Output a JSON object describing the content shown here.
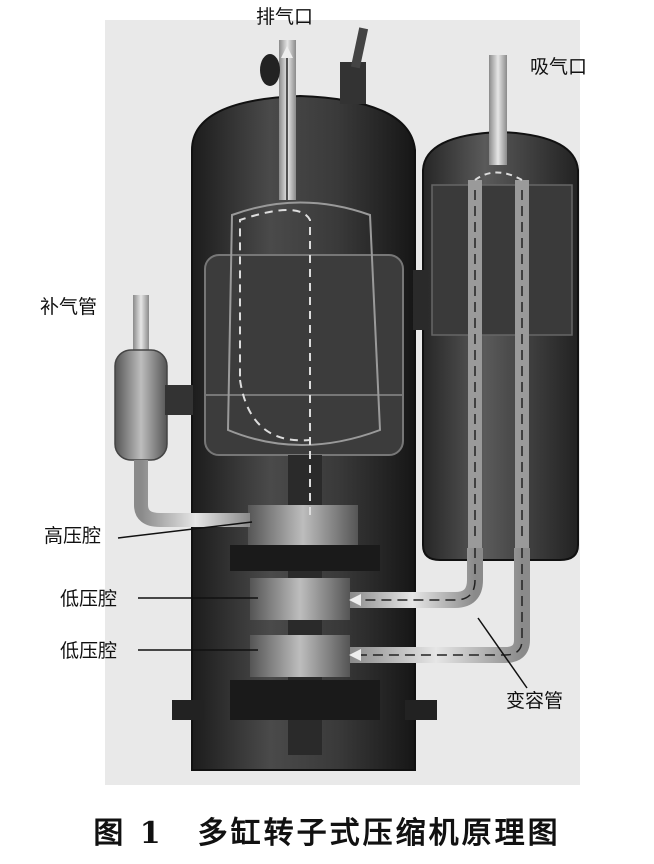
{
  "labels": {
    "discharge_port": "排气口",
    "suction_port": "吸气口",
    "injection_pipe": "补气管",
    "high_pressure_chamber": "高压腔",
    "low_pressure_chamber_1": "低压腔",
    "low_pressure_chamber_2": "低压腔",
    "variable_capacity_pipe": "变容管"
  },
  "caption": {
    "number": "图 1",
    "title": "多缸转子式压缩机原理图"
  }
}
